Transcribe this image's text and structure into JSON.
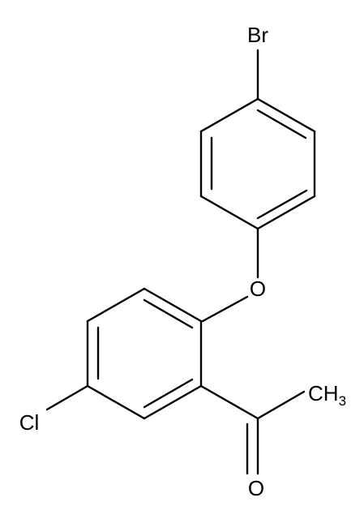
{
  "molecule": {
    "atoms": {
      "bromine": "Br",
      "oxygen_ether": "O",
      "chlorine": "Cl",
      "methyl_base": "CH",
      "methyl_subscript": "3",
      "oxygen_carbonyl": "O"
    }
  }
}
